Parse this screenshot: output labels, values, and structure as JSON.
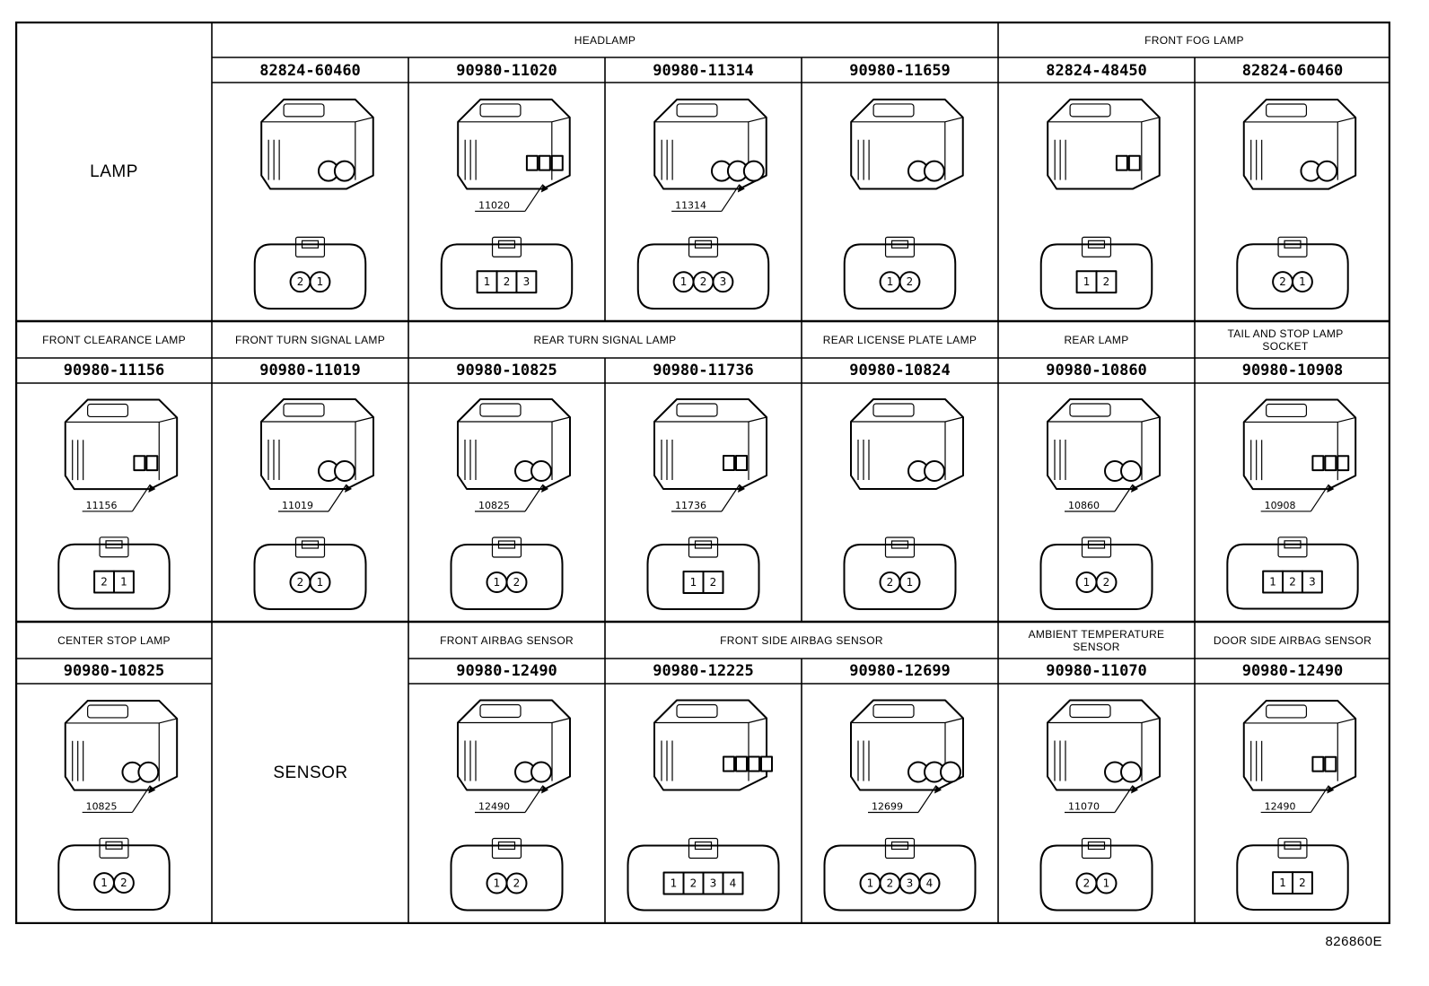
{
  "rows": [
    {
      "row_label": "LAMP",
      "groups": [
        {
          "title": "HEADLAMP",
          "span": 4
        },
        {
          "title": "FRONT FOG LAMP",
          "span": 2
        }
      ],
      "cells": [
        {
          "part": "82824-60460",
          "callout": "",
          "pins": [
            "2",
            "1"
          ]
        },
        {
          "part": "90980-11020",
          "callout": "11020",
          "pins": [
            "1",
            "2",
            "3"
          ]
        },
        {
          "part": "90980-11314",
          "callout": "11314",
          "pins": [
            "1",
            "2",
            "3"
          ]
        },
        {
          "part": "90980-11659",
          "callout": "",
          "pins": [
            "1",
            "2"
          ]
        },
        {
          "part": "82824-48450",
          "callout": "",
          "pins": [
            "1",
            "2"
          ]
        },
        {
          "part": "82824-60460",
          "callout": "",
          "pins": [
            "2",
            "1"
          ]
        }
      ]
    },
    {
      "groups": [
        {
          "title": "FRONT CLEARANCE LAMP",
          "span": 1
        },
        {
          "title": "FRONT TURN SIGNAL LAMP",
          "span": 1
        },
        {
          "title": "REAR TURN SIGNAL LAMP",
          "span": 2
        },
        {
          "title": "REAR LICENSE PLATE LAMP",
          "span": 1
        },
        {
          "title": "REAR LAMP",
          "span": 1
        },
        {
          "title": "TAIL AND STOP LAMP SOCKET",
          "span": 1
        }
      ],
      "cells": [
        {
          "part": "90980-11156",
          "callout": "11156",
          "pins": [
            "2",
            "1"
          ]
        },
        {
          "part": "90980-11019",
          "callout": "11019",
          "pins": [
            "2",
            "1"
          ]
        },
        {
          "part": "90980-10825",
          "callout": "10825",
          "pins": [
            "1",
            "2"
          ]
        },
        {
          "part": "90980-11736",
          "callout": "11736",
          "pins": [
            "1",
            "2"
          ]
        },
        {
          "part": "90980-10824",
          "callout": "",
          "pins": [
            "2",
            "1"
          ]
        },
        {
          "part": "90980-10860",
          "callout": "10860",
          "pins": [
            "1",
            "2"
          ]
        },
        {
          "part": "90980-10908",
          "callout": "10908",
          "pins": [
            "1",
            "2",
            "3"
          ]
        }
      ]
    },
    {
      "row_label_sensor": "SENSOR",
      "groups": [
        {
          "title": "CENTER STOP LAMP",
          "span": 1
        },
        {
          "title": "FRONT AIRBAG SENSOR",
          "span": 1
        },
        {
          "title": "FRONT SIDE AIRBAG SENSOR",
          "span": 2
        },
        {
          "title": "AMBIENT TEMPERATURE SENSOR",
          "span": 1
        },
        {
          "title": "DOOR SIDE AIRBAG SENSOR",
          "span": 1
        }
      ],
      "cells": [
        {
          "part": "90980-10825",
          "callout": "10825",
          "pins": [
            "1",
            "2"
          ]
        },
        {
          "part": "90980-12490",
          "callout": "12490",
          "pins": [
            "1",
            "2"
          ]
        },
        {
          "part": "90980-12225",
          "callout": "",
          "pins": [
            "1",
            "2",
            "3",
            "4"
          ]
        },
        {
          "part": "90980-12699",
          "callout": "12699",
          "pins": [
            "1",
            "2",
            "3",
            "4"
          ]
        },
        {
          "part": "90980-11070",
          "callout": "11070",
          "pins": [
            "2",
            "1"
          ]
        },
        {
          "part": "90980-12490",
          "callout": "12490",
          "pins": [
            "1",
            "2"
          ]
        }
      ]
    }
  ],
  "drawing_id": "826860E"
}
